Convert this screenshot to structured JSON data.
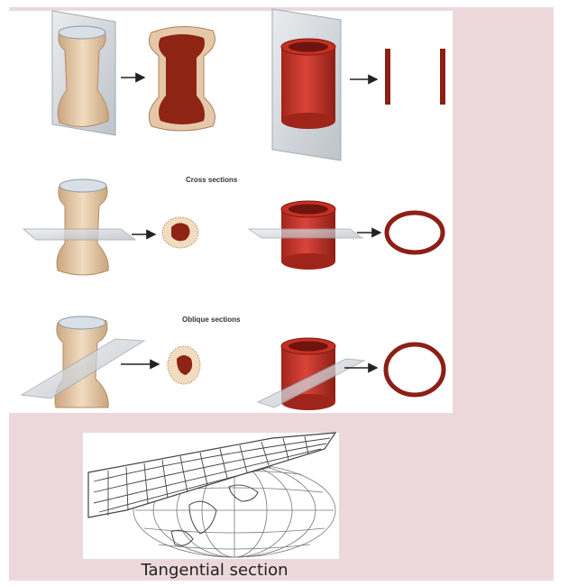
{
  "labels": {
    "cross": "Cross sections",
    "oblique": "Oblique sections",
    "tangential": "Tangential section"
  },
  "colors": {
    "bone": "#ead2b4",
    "marrow": "#8e2414",
    "tube": "#c53022",
    "tube_dark": "#7e1a12",
    "plane": "#c9ced3",
    "map_ink": "#555555"
  }
}
